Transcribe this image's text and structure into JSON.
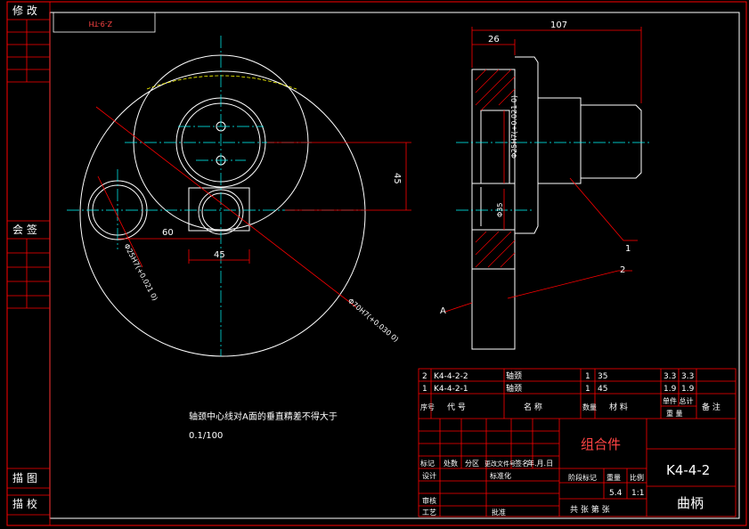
{
  "sidebar": {
    "revision": "修 改",
    "countersign": "会 签",
    "drawn": "描 图",
    "checked": "描 校"
  },
  "top_box": {
    "code": "Z-9-TH"
  },
  "front_view": {
    "dim_60": "60",
    "dim_45_h": "45",
    "dim_45_v": "45",
    "hole_small": "Φ25H7(+0.021 0)",
    "hole_large": "Φ70H7(+0.030 0)"
  },
  "side_view": {
    "dim_107": "107",
    "dim_26": "26",
    "dia_small": "Φ25H7(+0.021 0)",
    "dia_35": "Φ35",
    "balloon_1": "1",
    "balloon_2": "2",
    "datum": "A"
  },
  "note": {
    "line1": "轴颈中心线对A面的垂直精差不得大于",
    "line2": "0.1/100"
  },
  "bom": {
    "rows": [
      {
        "no": "2",
        "code": "K4-4-2-2",
        "name": "轴颈",
        "qty": "1",
        "material": "35",
        "unit_wt": "3.3",
        "total_wt": "3.3"
      },
      {
        "no": "1",
        "code": "K4-4-2-1",
        "name": "轴颈",
        "qty": "1",
        "material": "45",
        "unit_wt": "1.9",
        "total_wt": "1.9"
      }
    ],
    "header": {
      "no": "序号",
      "code": "代 号",
      "name": "名 称",
      "qty": "数量",
      "material": "材 料",
      "weight": "单件 总计",
      "weight_sub": "重 量",
      "remark": "备 注"
    }
  },
  "title_block": {
    "assembly": "组合件",
    "drawing_no": "K4-4-2",
    "part_name": "曲柄",
    "mark": "标记",
    "count": "处数",
    "zone": "分区",
    "doc_no": "更改文件号",
    "sign": "签名",
    "date": "年.月.日",
    "design": "设计",
    "standardize": "标准化",
    "review": "审核",
    "process": "工艺",
    "approve": "批准",
    "stage": "阶段标记",
    "weight": "重量",
    "scale": "比例",
    "weight_val": "5.4",
    "scale_val": "1:1",
    "sheets": "共 张 第 张"
  }
}
